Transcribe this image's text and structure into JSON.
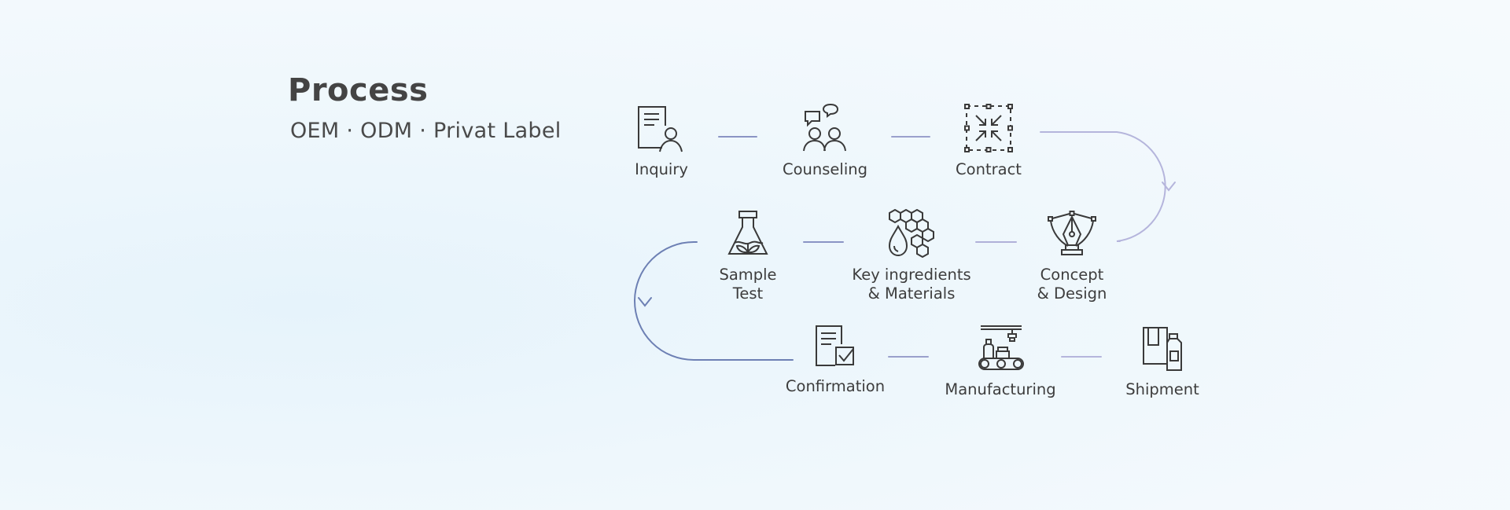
{
  "header": {
    "title": "Process",
    "subtitle": "OEM · ODM · Privat Label"
  },
  "steps": [
    {
      "id": "inquiry",
      "label": "Inquiry",
      "label2": "",
      "icon": "document-person-icon"
    },
    {
      "id": "counseling",
      "label": "Counseling",
      "label2": "",
      "icon": "people-chat-icon"
    },
    {
      "id": "contract",
      "label": "Contract",
      "label2": "",
      "icon": "compress-arrows-icon"
    },
    {
      "id": "concept",
      "label": "Concept",
      "label2": "& Design",
      "icon": "pen-nib-icon"
    },
    {
      "id": "ingredients",
      "label": "Key ingredients",
      "label2": "& Materials",
      "icon": "honeycomb-drop-icon"
    },
    {
      "id": "sample",
      "label": "Sample",
      "label2": "Test",
      "icon": "flask-leaf-icon"
    },
    {
      "id": "confirmation",
      "label": "Confirmation",
      "label2": "",
      "icon": "document-check-icon"
    },
    {
      "id": "manufacturing",
      "label": "Manufacturing",
      "label2": "",
      "icon": "factory-conveyor-icon"
    },
    {
      "id": "shipment",
      "label": "Shipment",
      "label2": "",
      "icon": "box-bottle-icon"
    }
  ],
  "colors": {
    "connector_light": "#b5b5dc",
    "connector_mid": "#8a94c4",
    "connector_dark": "#6d80b4",
    "icon_stroke": "#3a3a3a"
  }
}
